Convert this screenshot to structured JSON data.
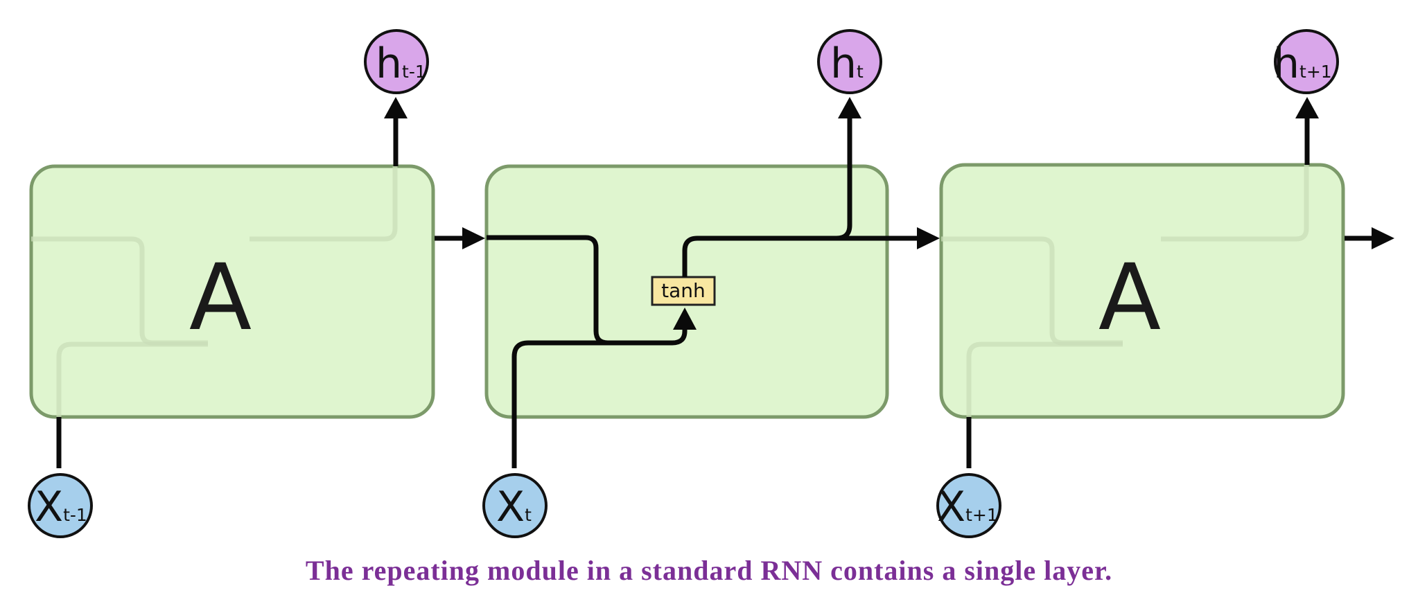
{
  "diagram": {
    "modules": [
      {
        "label": "A"
      },
      {
        "label": ""
      },
      {
        "label": "A"
      }
    ],
    "layer": {
      "label": "tanh"
    },
    "outputs": [
      {
        "main": "h",
        "sub": "t-1"
      },
      {
        "main": "h",
        "sub": "t"
      },
      {
        "main": "h",
        "sub": "t+1"
      }
    ],
    "inputs": [
      {
        "main": "X",
        "sub": "t-1"
      },
      {
        "main": "X",
        "sub": "t"
      },
      {
        "main": "X",
        "sub": "t+1"
      }
    ],
    "colors": {
      "module_fill": "#dff5cf",
      "module_stroke": "#7c9a6a",
      "output_node": "#d9a6ea",
      "input_node": "#a6cfec",
      "layer_fill": "#f8e7a1",
      "caption": "#7b2f96"
    }
  },
  "caption": "The repeating module in a standard RNN contains a single layer."
}
